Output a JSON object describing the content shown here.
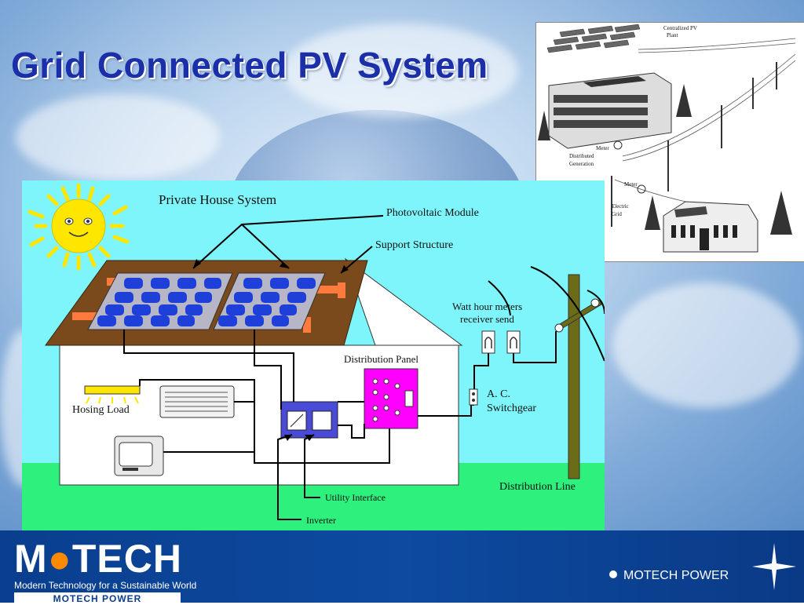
{
  "slide": {
    "title": "Grid Connected PV System"
  },
  "photo_inset": {
    "labels": {
      "centralized_1": "Centralized PV",
      "centralized_2": "Plant",
      "meter_1": "Meter",
      "distributed_1": "Distributed",
      "distributed_2": "Generation",
      "meter_2": "Meter",
      "electric_1": "Electric",
      "electric_2": "Grid"
    }
  },
  "diagram": {
    "title": "Private House System",
    "labels": {
      "pv_module": "Photovoltaic Module",
      "support": "Support Structure",
      "watt_meters": "Watt hour meters",
      "receiver_send": "receiver  send",
      "distribution_panel": "Distribution Panel",
      "housing_load": "Hosing Load",
      "ac_1": "A. C.",
      "ac_2": "Switchgear",
      "distribution_line": "Distribution Line",
      "utility_interface": "Utility Interface",
      "inverter": "Inverter"
    },
    "colors": {
      "sky": "#7df5fb",
      "ground": "#2ef07c",
      "roof": "#7a4a1c",
      "panel": "#1f3fd9",
      "distribution_panel": "#ff00ff",
      "inverter": "#4a4ad8",
      "sun": "#ffe600"
    }
  },
  "footer": {
    "logo_pre": "M",
    "logo_o": "●",
    "logo_post": "TECH",
    "tagline": "Modern Technology for a Sustainable World",
    "brand_bar": "MOTECH POWER",
    "right_text": "MOTECH POWER"
  }
}
